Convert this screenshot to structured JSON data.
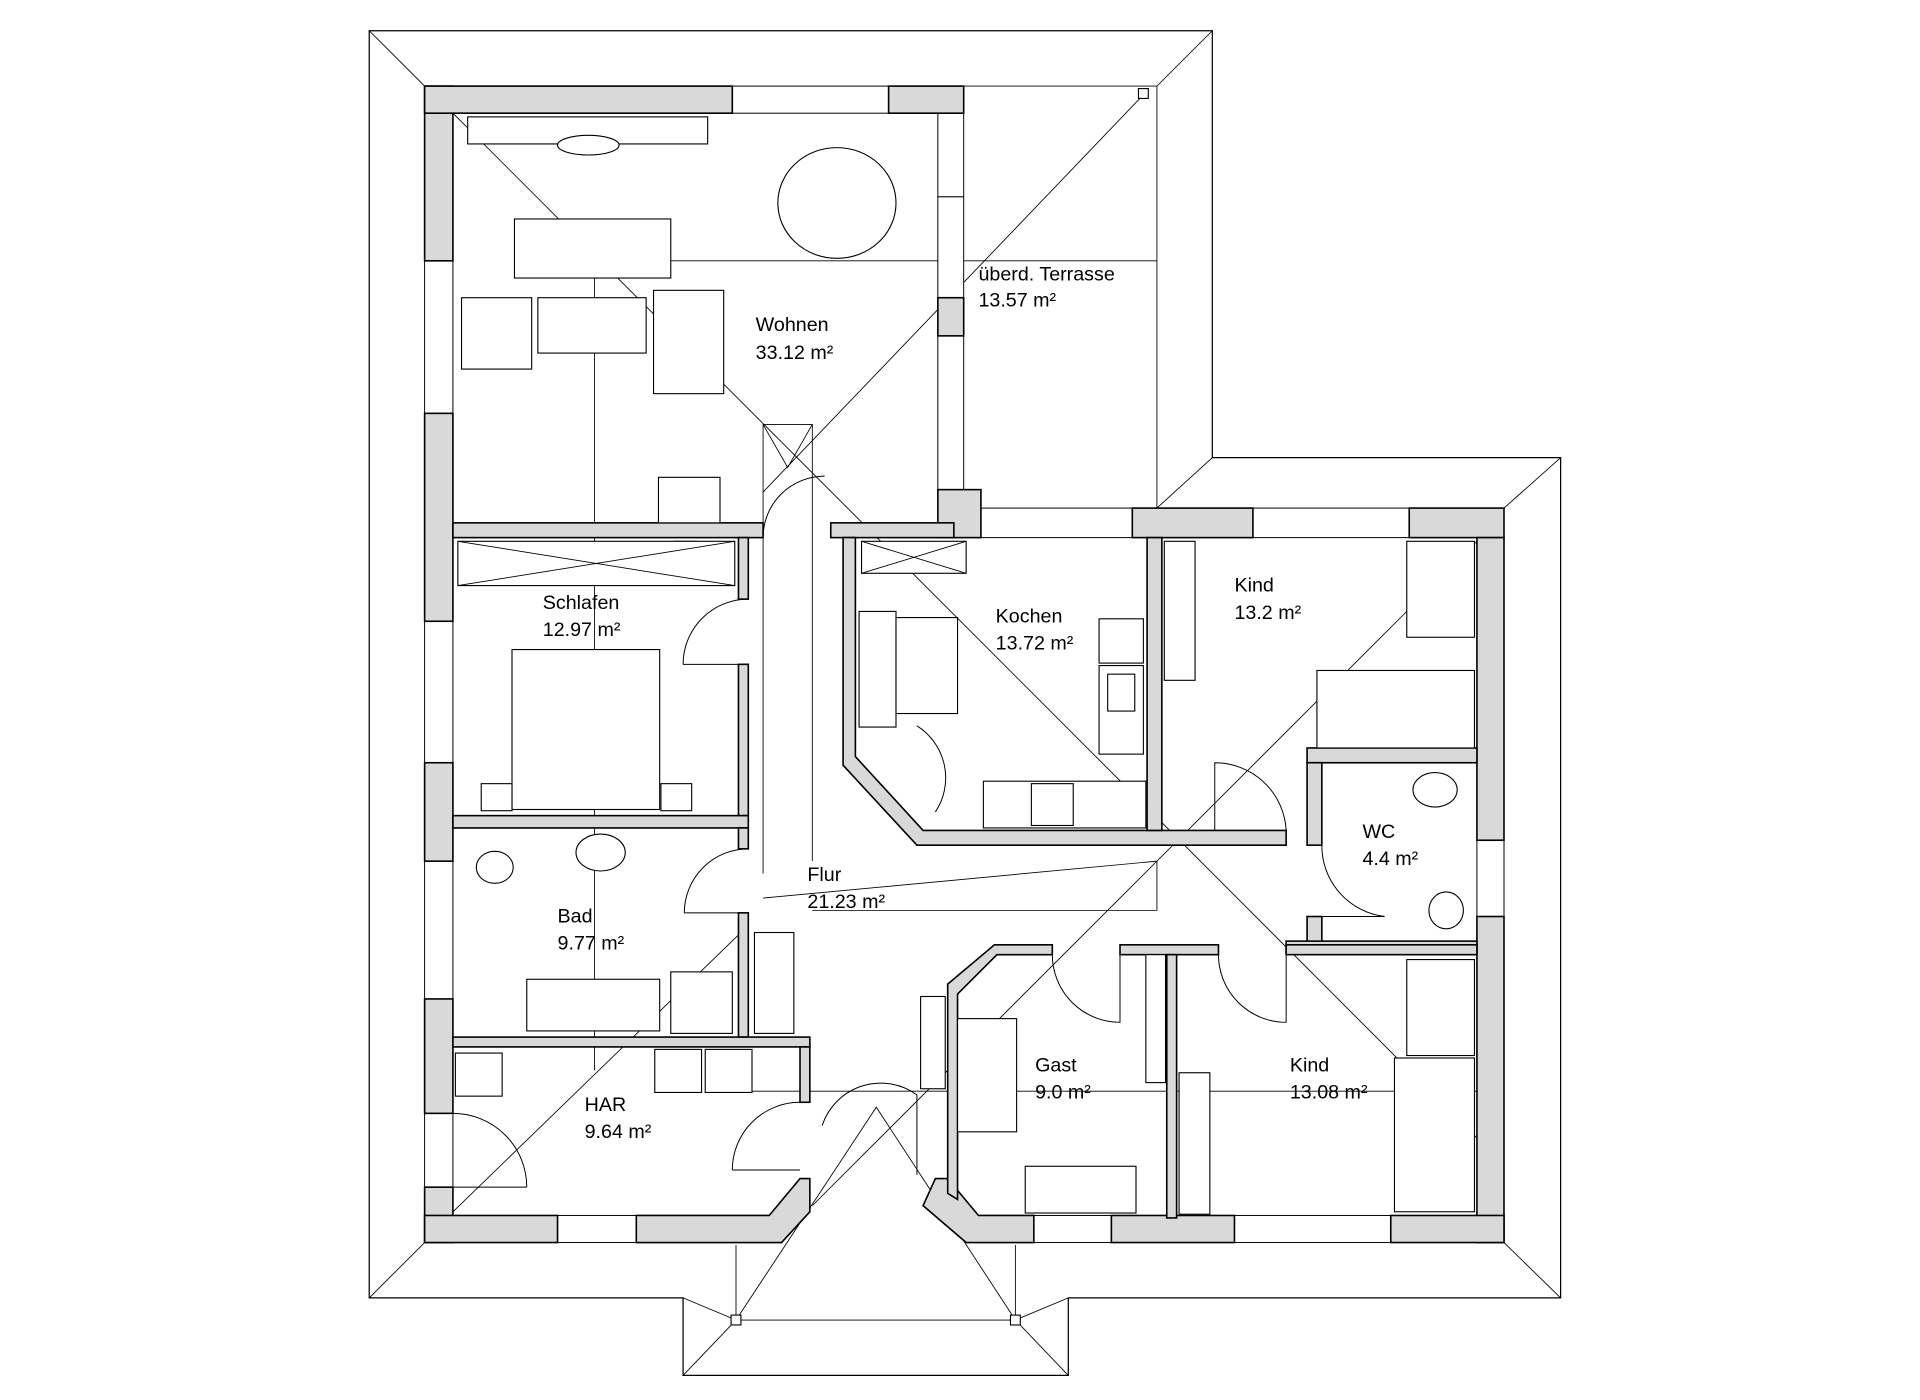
{
  "rooms": [
    {
      "name": "Wohnen",
      "area": "33.12 m²"
    },
    {
      "name": "überd. Terrasse",
      "area": "13.57 m²"
    },
    {
      "name": "Schlafen",
      "area": "12.97 m²"
    },
    {
      "name": "Kochen",
      "area": "13.72 m²"
    },
    {
      "name": "Kind",
      "area": "13.2 m²"
    },
    {
      "name": "WC",
      "area": "4.4 m²"
    },
    {
      "name": "Flur",
      "area": "21.23 m²"
    },
    {
      "name": "Bad",
      "area": "9.77 m²"
    },
    {
      "name": "Gast",
      "area": "9.0 m²"
    },
    {
      "name": "Kind",
      "area": "13.08 m²"
    },
    {
      "name": "HAR",
      "area": "9.64 m²"
    }
  ]
}
